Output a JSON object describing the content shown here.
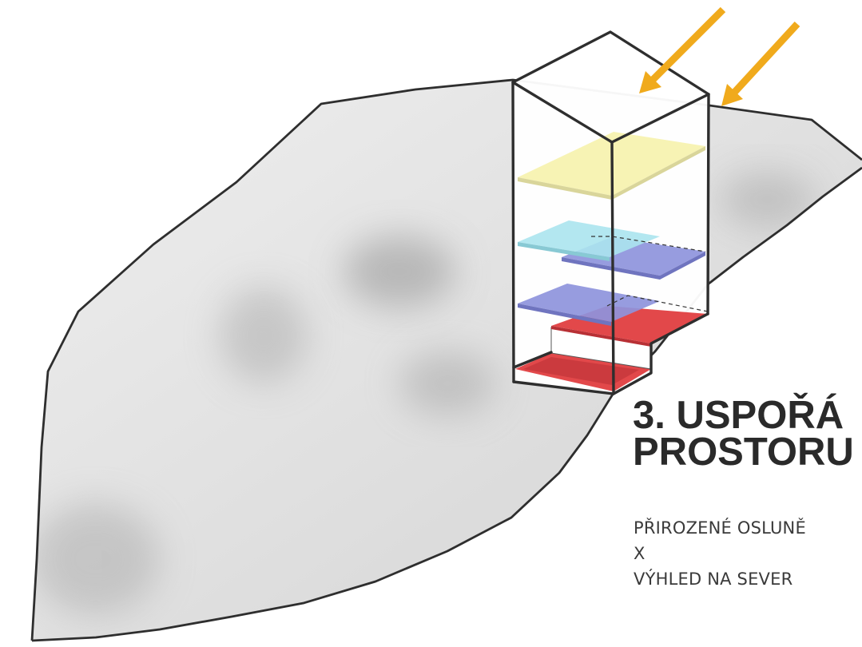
{
  "title": {
    "line1": "3. USPOŘÁ",
    "line2": "PROSTORU"
  },
  "subtitle": {
    "line1": "PŘIROZENÉ OSLUNĚ",
    "line2": "X",
    "line3": "VÝHLED NA SEVER"
  },
  "colors": {
    "arrow": "#f0aa1c",
    "outline": "#2e2e2e",
    "terrain_light": "#efefef",
    "terrain_dark": "#d2d2d2",
    "terrain_shadow": "#a9a9a9",
    "plate_yellow": "#f7f3b4",
    "plate_yellow_edge": "#d9d59a",
    "plate_cyan": "#abe4ee",
    "plate_blue": "#8e94dc",
    "plate_blue_edge": "#6f74bf",
    "plate_red": "#e2484a",
    "plate_red_dark": "#b83035",
    "riser": "#ffffff"
  }
}
